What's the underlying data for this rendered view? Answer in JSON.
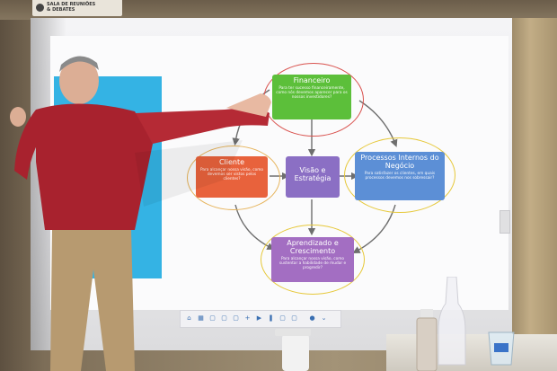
{
  "sign": {
    "line1": "SALA DE REUNIÕES",
    "line2": "& DEBATES"
  },
  "slide": {
    "center": {
      "label": "Visão e Estratégia",
      "color": "#8b6fc4"
    },
    "nodes": [
      {
        "key": "financeiro",
        "title": "Financeiro",
        "desc": "Para ter sucesso financeiramente, como nós devemos aparecer para os nossos investidores?",
        "color": "#5cbf3a",
        "ring": "#d9534f"
      },
      {
        "key": "cliente",
        "title": "Cliente",
        "desc": "Para alcançar nossa visão, como devemos ser vistos pelos clientes?",
        "color": "#e8623c",
        "ring": "#e6b35a"
      },
      {
        "key": "processos",
        "title": "Processos Internos do Negócio",
        "desc": "Para satisfazer os clientes, em quais processos devemos nos sobressair?",
        "color": "#5c8fd6",
        "ring": "#e6c83a"
      },
      {
        "key": "aprendizado",
        "title": "Aprendizado e Crescimento",
        "desc": "Para alcançar nossa visão, como sustentar a habilidade de mudar e progredir?",
        "color": "#a36ec2",
        "ring": "#e6c83a"
      }
    ],
    "accent_left": "#34b3e4"
  },
  "taskbar": {
    "icons": [
      "home-icon",
      "grid-icon",
      "page-icon",
      "page-icon",
      "page-icon",
      "plus-icon",
      "play-icon",
      "pause-icon",
      "page-icon",
      "page-icon",
      "circle-icon",
      "chevron-icon"
    ]
  }
}
